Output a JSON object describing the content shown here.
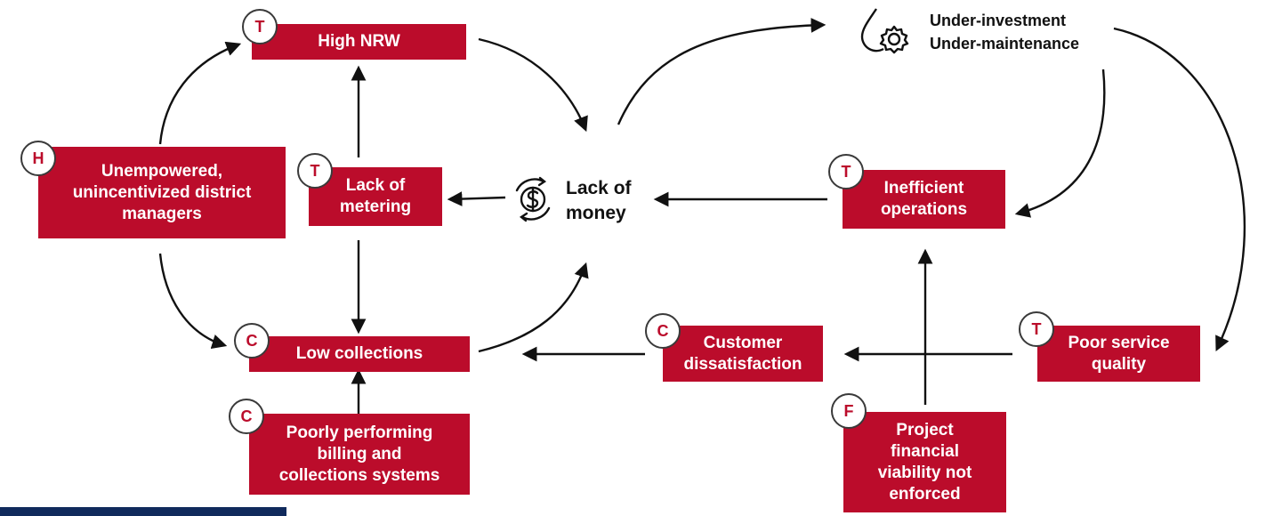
{
  "colors": {
    "box": "#bb0c2b",
    "badge_letter": "#bb0c2b",
    "arrow": "#111111",
    "footer_bar": "#102a5c"
  },
  "nodes": {
    "high_nrw": {
      "label": "High NRW",
      "badge": "T"
    },
    "unempowered": {
      "label": "Unempowered,\nunincentivized district\nmanagers",
      "badge": "H"
    },
    "lack_of_metering": {
      "label": "Lack of\nmetering",
      "badge": "T"
    },
    "low_collections": {
      "label": "Low collections",
      "badge": "C"
    },
    "poor_billing": {
      "label": "Poorly performing\nbilling and\ncollections systems",
      "badge": "C"
    },
    "lack_of_money": {
      "label": "Lack of\nmoney",
      "icon": "money-cycle-icon"
    },
    "under_investment": {
      "label": "Under-investment\nUnder-maintenance",
      "icon": "water-drop-gear-icon"
    },
    "inefficient_operations": {
      "label": "Inefficient\noperations",
      "badge": "T"
    },
    "customer_dissatisfaction": {
      "label": "Customer\ndissatisfaction",
      "badge": "C"
    },
    "poor_service_quality": {
      "label": "Poor service\nquality",
      "badge": "T"
    },
    "project_viability": {
      "label": "Project\nfinancial\nviability not\nenforced",
      "badge": "F"
    }
  }
}
